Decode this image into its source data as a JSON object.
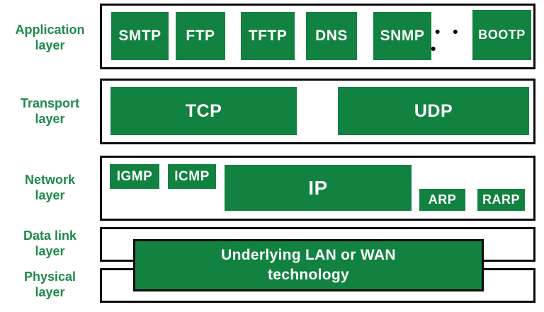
{
  "diagram": {
    "layer_labels": [
      {
        "line1": "Application",
        "line2": "layer"
      },
      {
        "line1": "Transport",
        "line2": "layer"
      },
      {
        "line1": "Network",
        "line2": "layer"
      },
      {
        "line1": "Data link",
        "line2": "layer"
      },
      {
        "line1": "Physical",
        "line2": "layer"
      }
    ],
    "application_protocols": {
      "smtp": "SMTP",
      "ftp": "FTP",
      "tftp": "TFTP",
      "dns": "DNS",
      "snmp": "SNMP",
      "ellipsis": "• • •",
      "bootp": "BOOTP"
    },
    "transport_protocols": {
      "tcp": "TCP",
      "udp": "UDP"
    },
    "network_protocols": {
      "igmp": "IGMP",
      "icmp": "ICMP",
      "ip": "IP",
      "arp": "ARP",
      "rarp": "RARP"
    },
    "lower_layers": {
      "box_line1": "Underlying LAN or WAN",
      "box_line2": "technology"
    }
  },
  "colors": {
    "protocol_box_green": "#128240",
    "label_text_green": "#1e8a4c",
    "border_black": "#0b0b0b",
    "box_text_white": "#ffffff",
    "background": "#ffffff"
  }
}
